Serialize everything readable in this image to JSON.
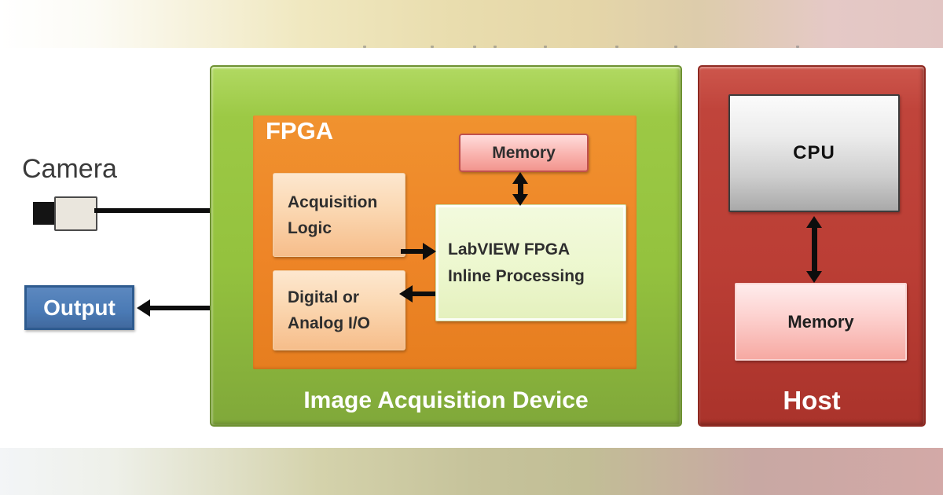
{
  "banners": {
    "top": {
      "left_color": "#ffffff",
      "mid_color": "#e9ddae",
      "right_color": "#e2c5c3"
    },
    "bottom": {
      "left_color": "#f3f5f7",
      "mid_color": "#c6c39b",
      "right_color": "#d3a9a7"
    }
  },
  "diagram": {
    "camera": {
      "label": "Camera"
    },
    "output": {
      "label": "Output",
      "fill": "#4a7ab5",
      "border": "#2e5b8f"
    },
    "acquisition_device": {
      "title": "Image Acquisition Device",
      "fill": "#94c23e",
      "border": "#6d9131",
      "fpga": {
        "label": "FPGA",
        "fill": "#ee8527",
        "blocks": {
          "acquisition_logic": "Acquisition\nLogic",
          "memory": "Memory",
          "labview": "LabVIEW FPGA\nInline Processing",
          "digital_io": "Digital or\nAnalog I/O"
        },
        "block_fills": {
          "peach": "#f9d4a9",
          "pink": "#f6a59f",
          "labview_green": "#ecf7cd"
        }
      }
    },
    "host": {
      "title": "Host",
      "fill": "#bb3e35",
      "border": "#8e2921",
      "blocks": {
        "cpu": "CPU",
        "memory": "Memory"
      },
      "block_fills": {
        "cpu_gray": "#d4d4d4",
        "memory_pink": "#f8bcb7"
      }
    },
    "arrow_color": "#0d0d0d"
  }
}
